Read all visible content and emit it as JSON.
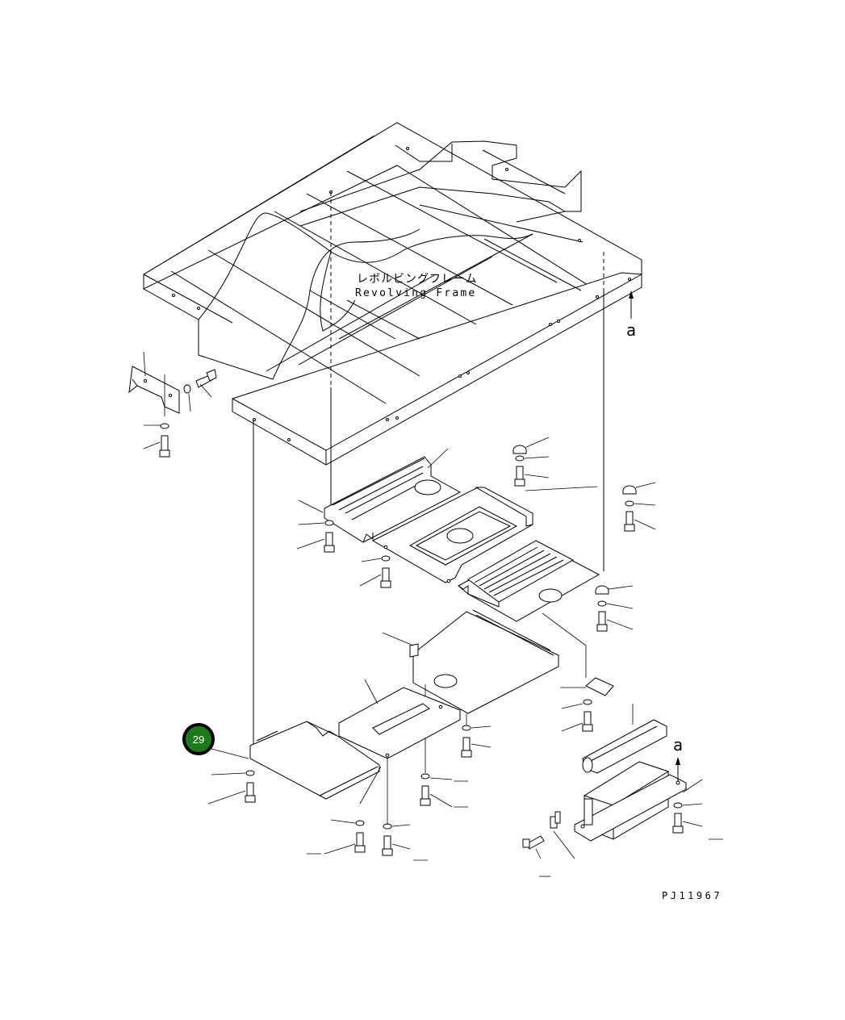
{
  "frame_label": {
    "japanese": "レボルビングフレーム",
    "english": "Revolving Frame"
  },
  "view_markers": {
    "top": "a",
    "bottom": "a"
  },
  "callout": {
    "number": "29",
    "color": "#1f7a1f"
  },
  "drawing_code": "PJ11967"
}
